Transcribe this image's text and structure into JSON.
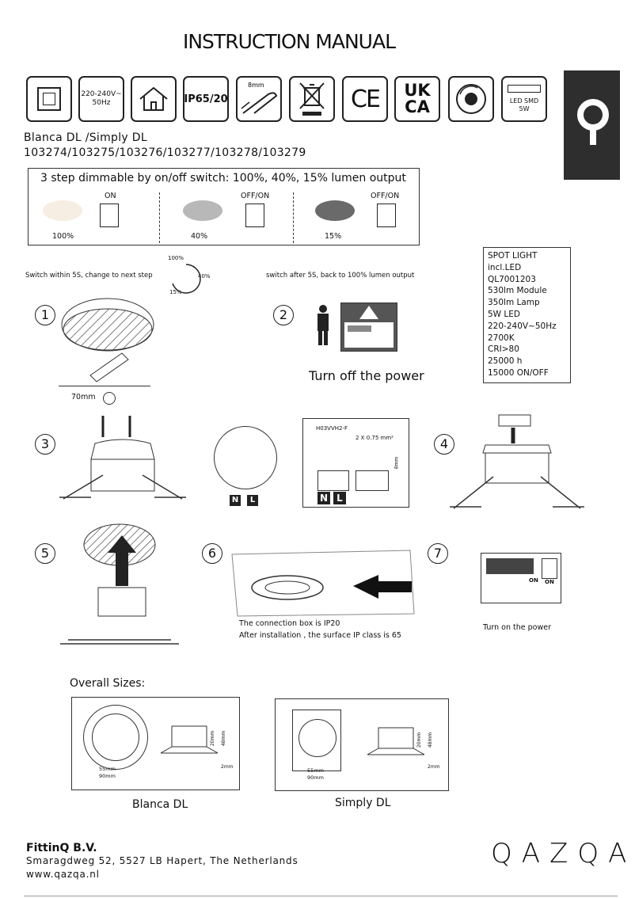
{
  "title": "INSTRUCTION MANUAL",
  "icons": {
    "voltage": "220-240V~\n50Hz",
    "ip": "IP65/20",
    "strip": "8mm",
    "ce": "CE",
    "ukca_top": "UK",
    "ukca_bottom": "CA",
    "led_type": "LED SMD\n5W"
  },
  "product": {
    "name": "Blanca DL /Simply DL",
    "codes": "103274/103275/103276/103277/103278/103279"
  },
  "dimming": {
    "heading": "3 step dimmable by on/off switch: 100%, 40%, 15% lumen output",
    "steps": [
      {
        "label": "ON",
        "pct": "100%"
      },
      {
        "label": "OFF/ON",
        "pct": "40%"
      },
      {
        "label": "OFF/ON",
        "pct": "15%"
      }
    ],
    "cycle": {
      "a": "100%",
      "b": "40%",
      "c": "15%"
    },
    "note_left": "Switch within 5S, change to next step",
    "note_right": "switch after 5S, back to 100% lumen output"
  },
  "spec": {
    "lines": [
      "SPOT LIGHT",
      "incl.LED QL7001203",
      "530lm Module",
      "350lm Lamp",
      "5W LED",
      "220-240V~50Hz",
      "2700K",
      "CRI>80",
      "25000 h",
      "15000 ON/OFF"
    ]
  },
  "steps": {
    "s1": "1",
    "s2": "2",
    "s3": "3",
    "s4": "4",
    "s5": "5",
    "s6": "6",
    "s7": "7",
    "cut": "70mm",
    "power_off": "Turn off the power",
    "cable": "H03VVH2-F",
    "cable_size": "2 X 0.75 mm²",
    "strip_len": "8mm",
    "n": "N",
    "l": "L",
    "ip_note1": "The connection box is IP20",
    "ip_note2": "After installation , the surface IP class is 65",
    "on1": "ON",
    "on2": "ON",
    "power_on": "Turn on the power"
  },
  "sizes": {
    "heading": "Overall Sizes:",
    "blanca": {
      "label": "Blanca DL",
      "inner": "55mm",
      "outer": "90mm",
      "h1": "20mm",
      "h2": "48mm",
      "lip": "2mm"
    },
    "simply": {
      "label": "Simply DL",
      "inner": "55mm",
      "outer": "90mm",
      "h1": "20mm",
      "h2": "48mm",
      "lip": "2mm"
    }
  },
  "footer": {
    "company": "FittinQ B.V.",
    "address": "Smaragdweg 52, 5527 LB Hapert, The Netherlands",
    "web": "www.qazqa.nl",
    "logo": "QAZQA"
  }
}
